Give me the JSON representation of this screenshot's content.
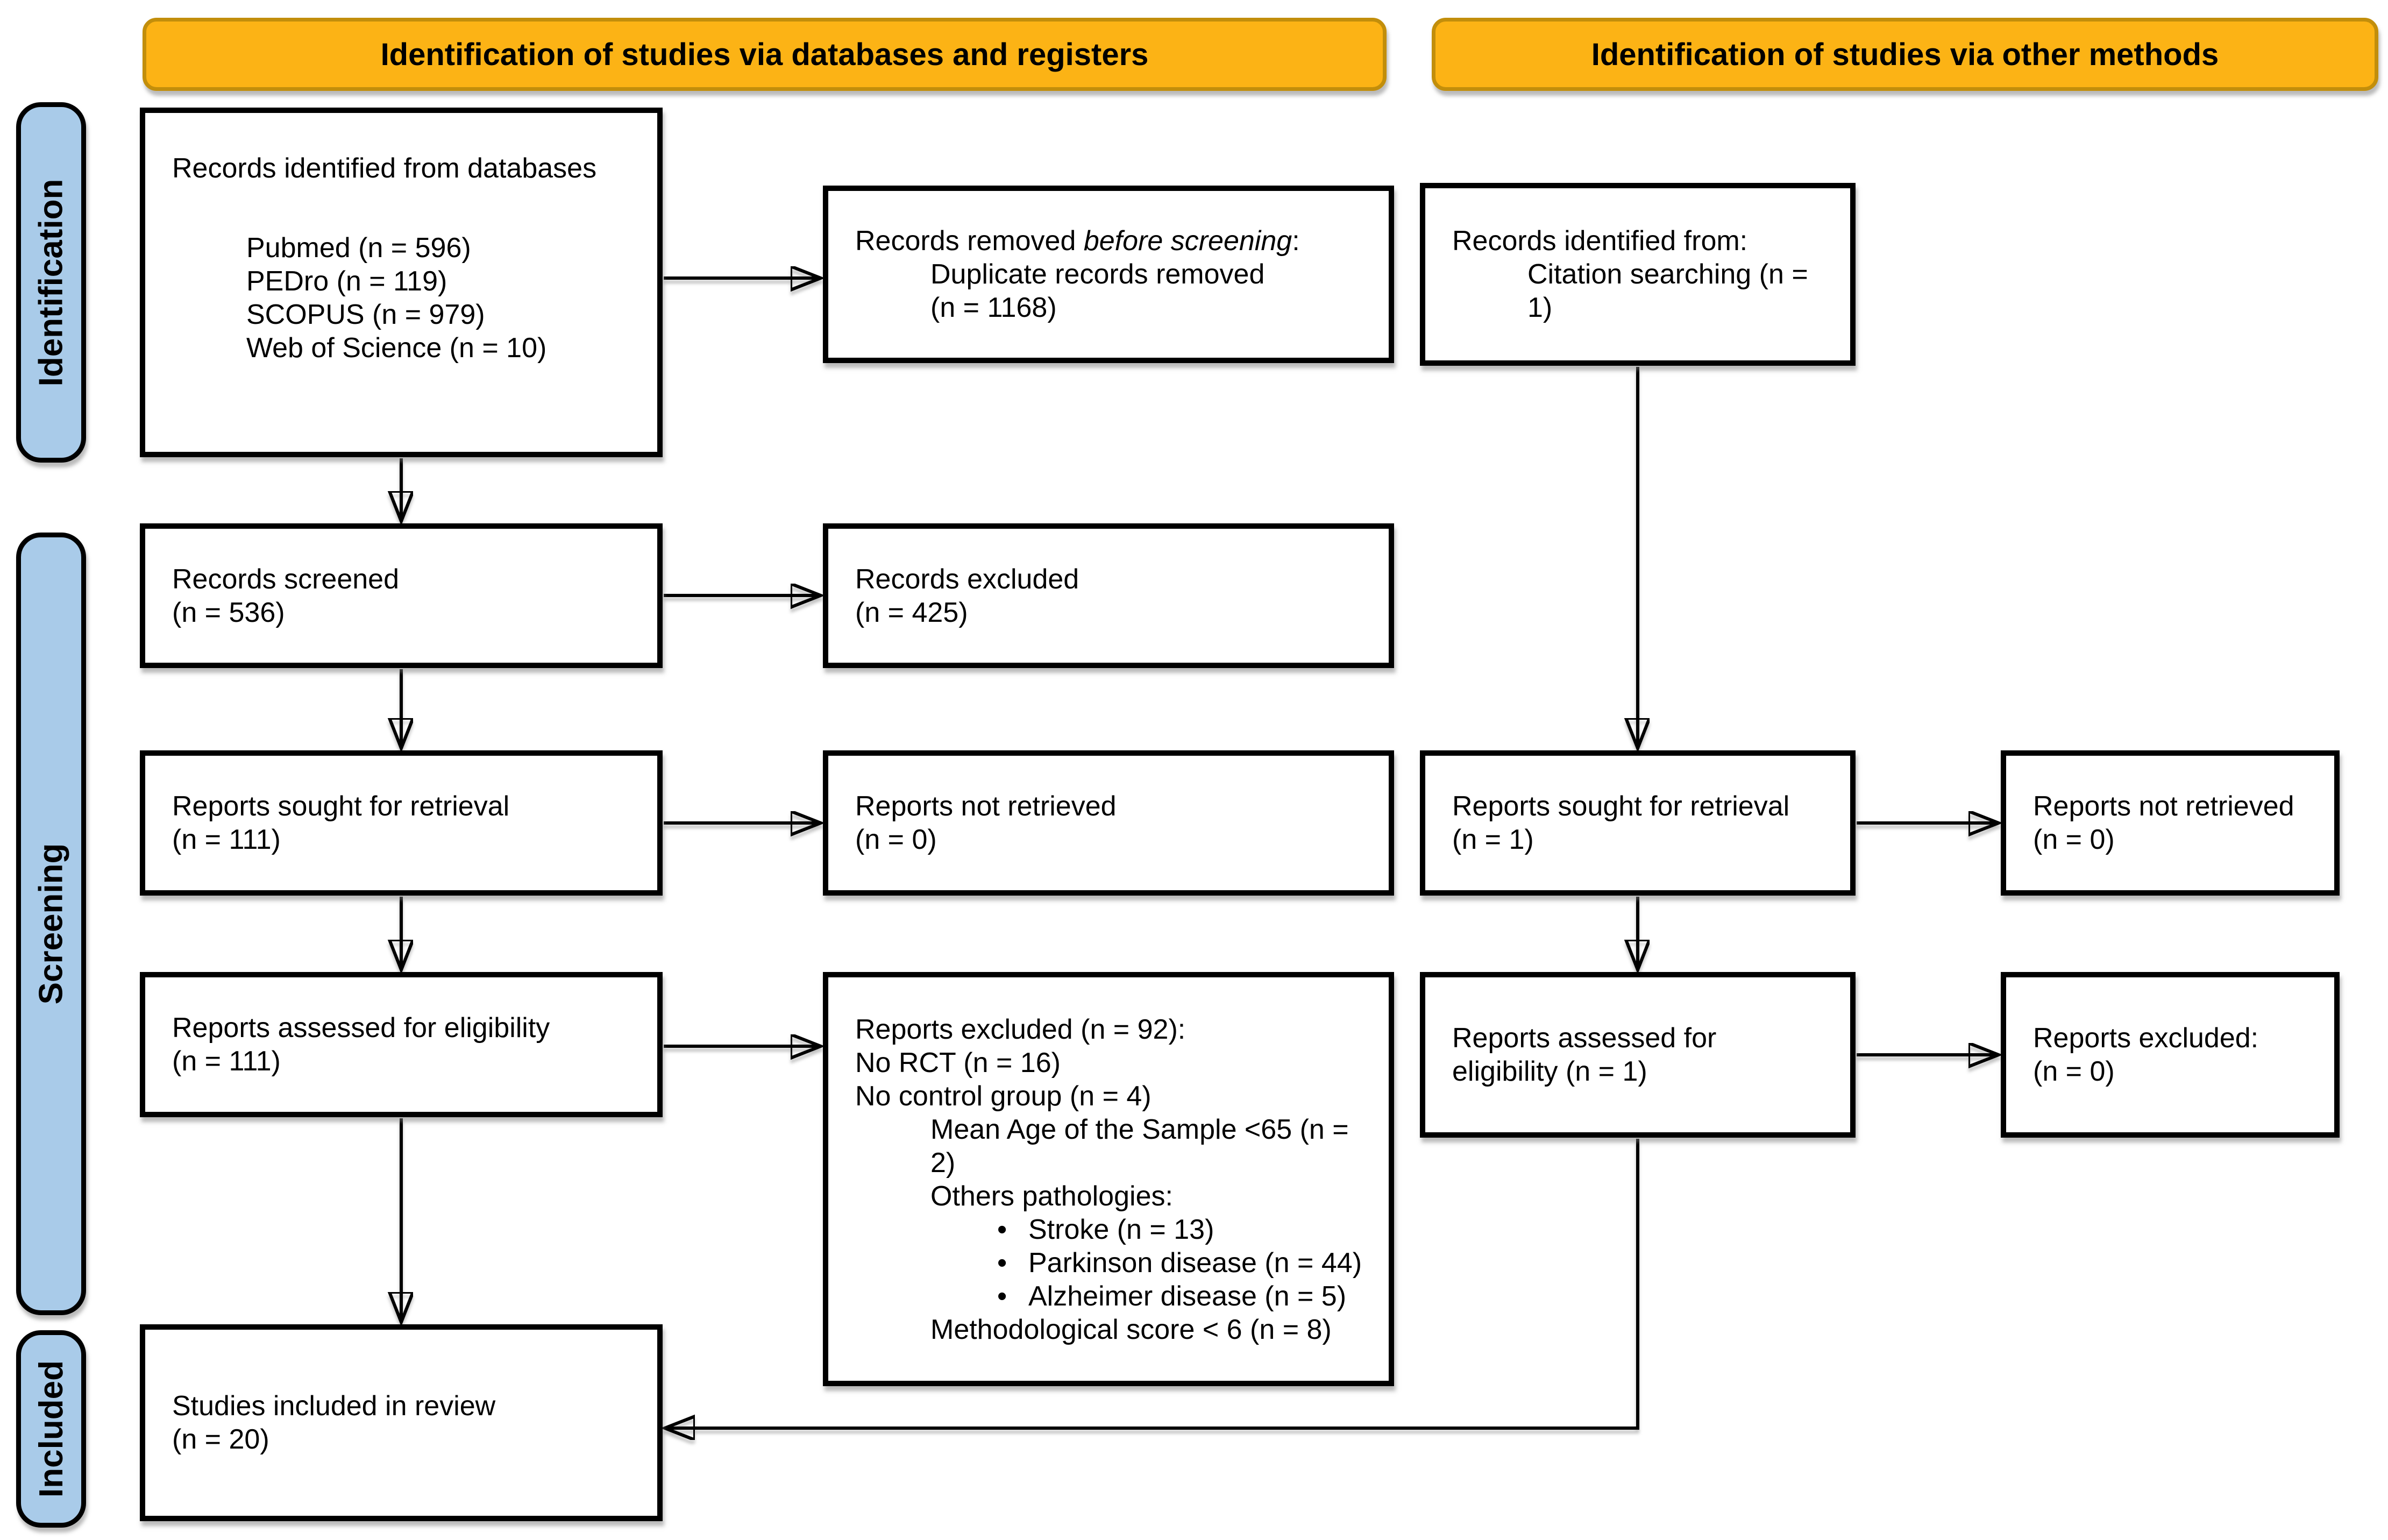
{
  "headers": {
    "left": "Identification of studies via databases and registers",
    "right": "Identification of studies via other methods"
  },
  "stages": {
    "identification": "Identification",
    "screening": "Screening",
    "included": "Included"
  },
  "glyphs": {
    "bullet": "•"
  },
  "colors": {
    "header_fill": "#FCB315",
    "header_border": "#C28E0B",
    "stage_fill": "#A9CBE9",
    "box_border": "#000000"
  },
  "boxes": {
    "db_records": {
      "title": "Records identified from databases",
      "items": [
        "Pubmed (n = 596)",
        "PEDro (n = 119)",
        "SCOPUS (n = 979)",
        "Web of Science (n = 10)"
      ]
    },
    "removed": {
      "prefix": "Records removed ",
      "italic": "before screening",
      "suffix": ":",
      "line2": "Duplicate records removed",
      "line3": "(n = 1168)"
    },
    "other_records": {
      "line1": "Records identified from:",
      "line2": "Citation searching (n = 1)"
    },
    "screened": {
      "line1": "Records screened",
      "line2": "(n = 536)"
    },
    "excluded": {
      "line1": "Records excluded",
      "line2": "(n = 425)"
    },
    "sought_db": {
      "line1": "Reports sought for retrieval",
      "line2": "(n = 111)"
    },
    "not_retrieved_db": {
      "line1": "Reports not retrieved",
      "line2": "(n = 0)"
    },
    "sought_other": {
      "line1": "Reports sought for retrieval",
      "line2": "(n = 1)"
    },
    "not_retrieved_other": {
      "line1": "Reports not retrieved",
      "line2": "(n = 0)"
    },
    "assessed_db": {
      "line1": "Reports assessed for eligibility",
      "line2": "(n = 111)"
    },
    "excluded_reasons": {
      "title": "Reports excluded (n = 92):",
      "reasons": [
        "No RCT (n = 16)",
        "No control group (n = 4)",
        "Mean Age of the Sample <65 (n = 2)",
        "Others pathologies:",
        "Stroke (n = 13)",
        "Parkinson disease (n = 44)",
        "Alzheimer disease (n = 5)",
        "Methodological score < 6 (n = 8)"
      ]
    },
    "assessed_other": {
      "line1": "Reports assessed for",
      "line2": "eligibility (n = 1)"
    },
    "excluded_other": {
      "line1": "Reports excluded:",
      "line2": "(n = 0)"
    },
    "included": {
      "line1": "Studies included in review",
      "line2": "(n = 20)"
    }
  }
}
